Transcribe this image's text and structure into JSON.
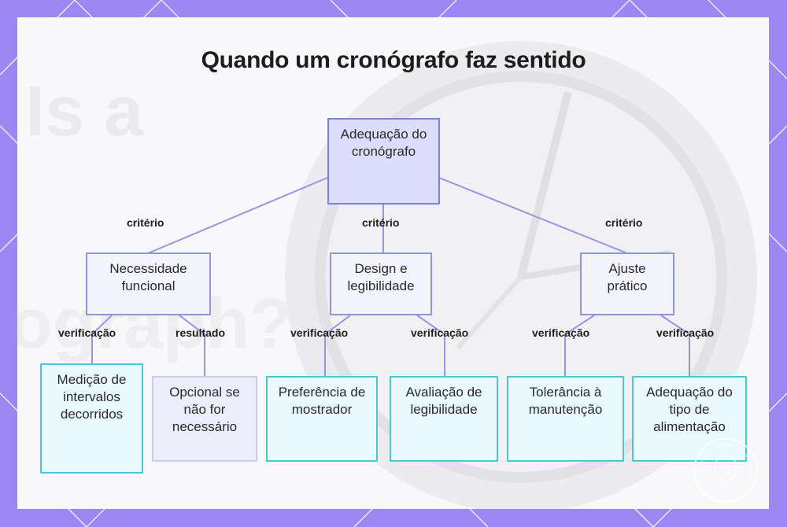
{
  "title": "Quando um cronógrafo faz sentido",
  "colors": {
    "frame": "#9d87f2",
    "root_fill": "#dcdcfb",
    "root_border": "#7c7ee0",
    "mid_border": "#8f95e2",
    "leaf_border": "#4ec5d9",
    "connector": "#a38ee6"
  },
  "watermark_text": "Is a ...ograph?",
  "root": {
    "label": "Adequação do cronógrafo"
  },
  "criteria": [
    {
      "edge_label": "critério",
      "label": "Necessidade funcional",
      "children": [
        {
          "edge_label": "verificação",
          "label": "Medição de intervalos decorridos"
        },
        {
          "edge_label": "resultado",
          "label": "Opcional se não for necessário"
        }
      ]
    },
    {
      "edge_label": "critério",
      "label": "Design e legibilidade",
      "children": [
        {
          "edge_label": "verificação",
          "label": "Preferência de mostrador"
        },
        {
          "edge_label": "verificação",
          "label": "Avaliação de legibilidade"
        }
      ]
    },
    {
      "edge_label": "critério",
      "label": "Ajuste prático",
      "children": [
        {
          "edge_label": "verificação",
          "label": "Tolerância à manutenção"
        },
        {
          "edge_label": "verificação",
          "label": "Adequação do tipo de alimentação"
        }
      ]
    }
  ]
}
